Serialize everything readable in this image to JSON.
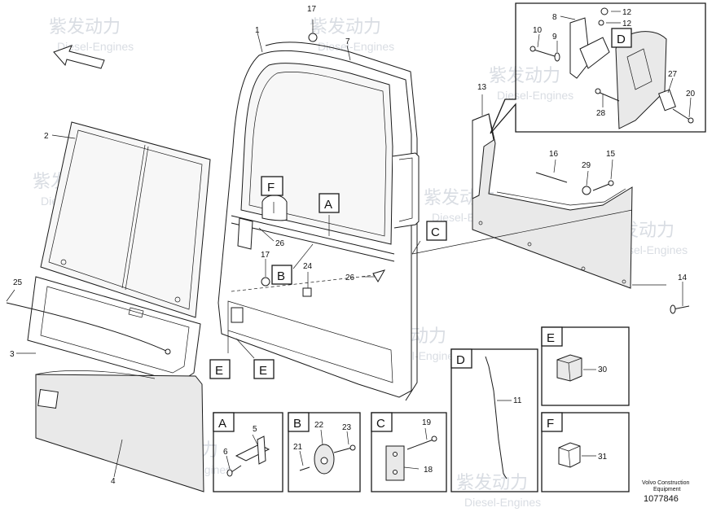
{
  "watermark": {
    "text_cn": "紫发动力",
    "text_en": "Diesel-Engines"
  },
  "callouts": {
    "c1": "1",
    "c2": "2",
    "c3": "3",
    "c4": "4",
    "c5": "5",
    "c6": "6",
    "c7": "7",
    "c8": "8",
    "c9": "9",
    "c10": "10",
    "c11": "11",
    "c12a": "12",
    "c12b": "12",
    "c13": "13",
    "c14": "14",
    "c15": "15",
    "c16": "16",
    "c17a": "17",
    "c17b": "17",
    "c18": "18",
    "c19": "19",
    "c20": "20",
    "c21": "21",
    "c22": "22",
    "c23": "23",
    "c24": "24",
    "c25": "25",
    "c26a": "26",
    "c26b": "26",
    "c27": "27",
    "c28": "28",
    "c29": "29",
    "c30": "30",
    "c31": "31"
  },
  "letters": {
    "a_main": "A",
    "b_main": "B",
    "c_main": "C",
    "d_main": "D",
    "e_main1": "E",
    "e_main2": "E",
    "f_main": "F",
    "a_box": "A",
    "b_box": "B",
    "c_box": "C",
    "d_box": "D",
    "e_box": "E",
    "f_box": "F"
  },
  "footer": {
    "brand_line1": "Volvo Construction",
    "brand_line2": "Equipment",
    "drawing_number": "1077846"
  }
}
